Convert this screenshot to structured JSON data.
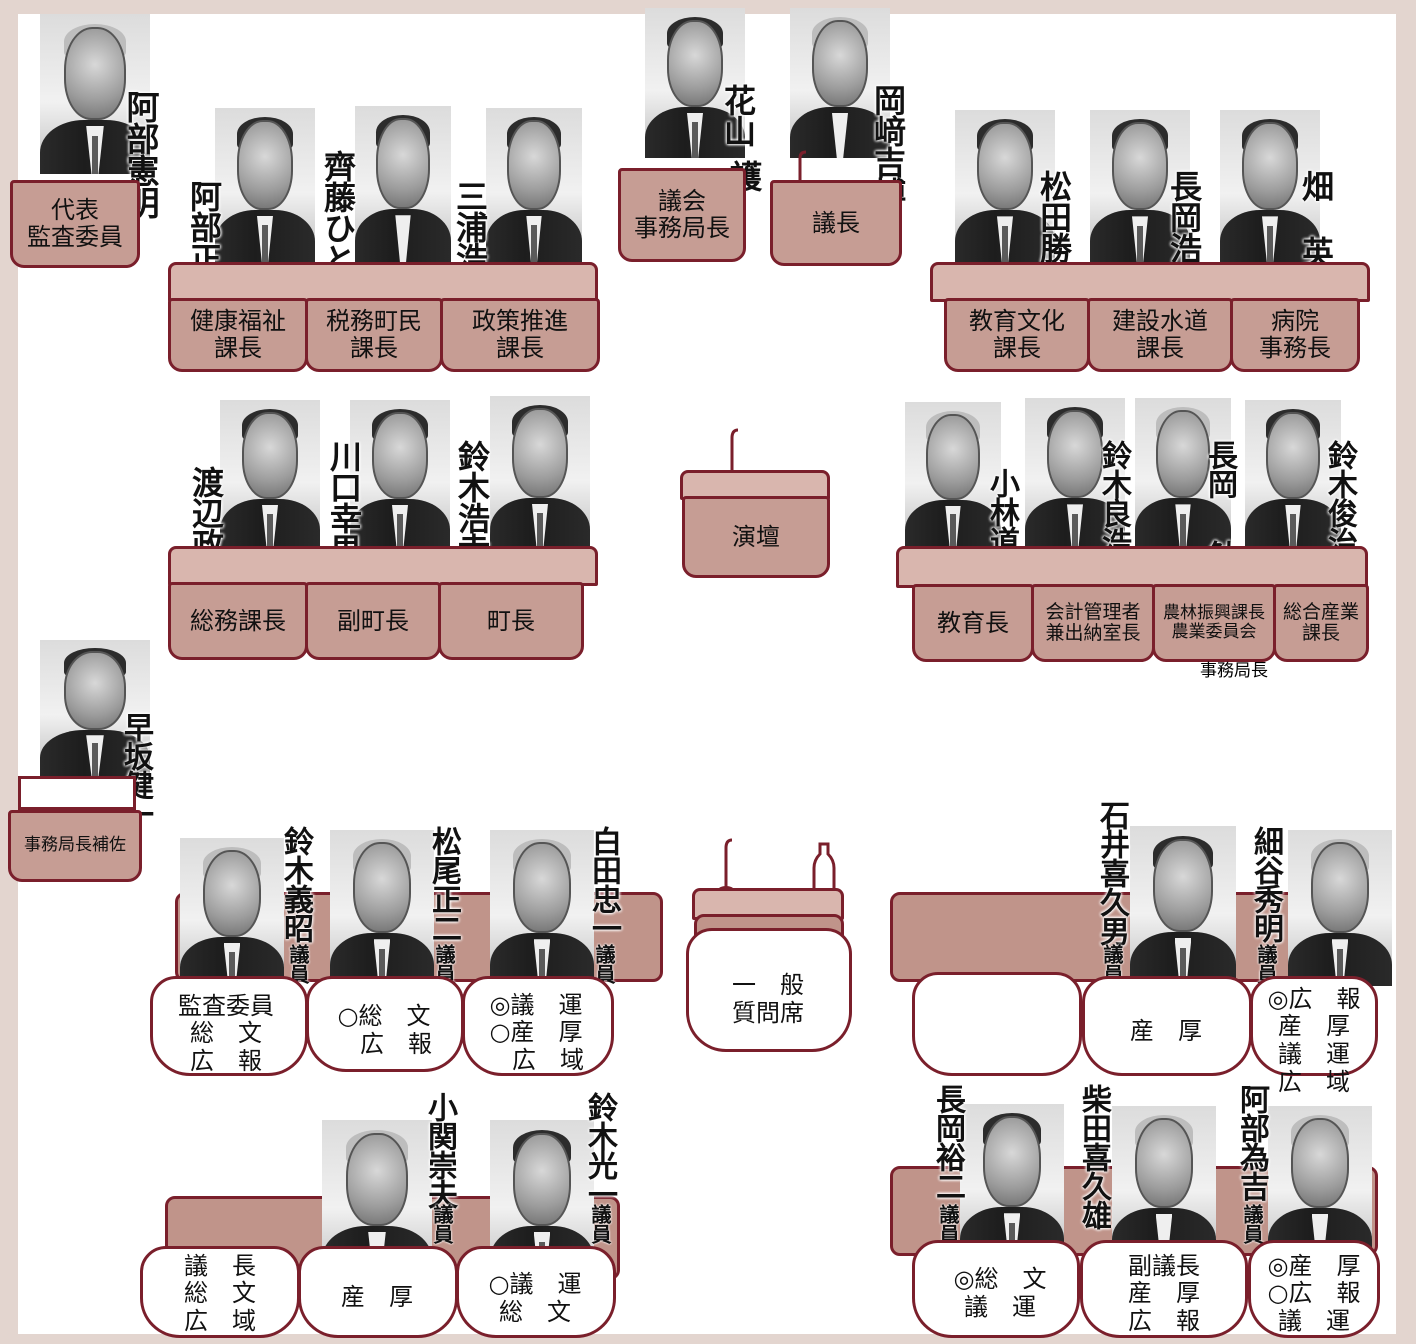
{
  "colors": {
    "desk": "#c0948a",
    "outline": "#7a1f2b",
    "background": "#e3d5cf"
  },
  "staff": {
    "abe_kenmei": {
      "name": "阿部憲明",
      "role_line1": "代表",
      "role_line2": "監査委員"
    },
    "abe_masafumi": {
      "name": "阿部正文",
      "role_line1": "健康福祉",
      "role_line2": "課長"
    },
    "saito_hitomi": {
      "name": "齊藤ひとみ",
      "role_line1": "税務町民",
      "role_line2": "課長"
    },
    "miura_koichi": {
      "name": "三浦浩一",
      "role_line1": "政策推進",
      "role_line2": "課長"
    },
    "hanayama": {
      "name_top": "花山",
      "name_bottom": "護",
      "role_line1": "議会",
      "role_line2": "事務局長"
    },
    "okazaki": {
      "name": "岡﨑吉博",
      "role": "議長"
    },
    "matsuda": {
      "name": "松田勝美",
      "role_line1": "教育文化",
      "role_line2": "課長"
    },
    "nagaoka_koji": {
      "name": "長岡浩利",
      "role_line1": "建設水道",
      "role_line2": "課長"
    },
    "hata": {
      "name_top": "畑",
      "name_bottom": "英俊",
      "role_line1": "病院",
      "role_line2": "事務長"
    },
    "watanabe": {
      "name": "渡辺政一",
      "role": "総務課長"
    },
    "kawaguchi": {
      "name": "川口幸男",
      "role": "副町長"
    },
    "suzuki_koko": {
      "name": "鈴木浩幸",
      "role": "町長"
    },
    "kobayashi": {
      "name": "小林道和",
      "role": "教育長"
    },
    "suzuki_yoshihiro": {
      "name": "鈴木良浩",
      "role_line1": "会計管理者",
      "role_line2": "兼出納室長"
    },
    "nagaoka_tsutomu": {
      "name_top": "長岡",
      "name_bottom": "勉",
      "role_line1": "農林振興課長",
      "role_line2": "農業委員会",
      "role_line3": "事務局長"
    },
    "suzuki_shunji": {
      "name": "鈴木俊治",
      "role_line1": "総合産業",
      "role_line2": "課長"
    },
    "hayasaka": {
      "name": "早坂健一",
      "role": "事務局長補佐"
    }
  },
  "podium": {
    "label": "演壇"
  },
  "question_seat": {
    "line1": "一　般",
    "line2": "質問席"
  },
  "giin_label": "議員",
  "members": {
    "suzuki_yoshiaki": {
      "name": "鈴木義昭",
      "line1": "監査委員",
      "line2": "総　文",
      "line3": "広　報"
    },
    "matsuo": {
      "name": "松尾正二",
      "line1": "○総　文",
      "line2": "　広　報"
    },
    "shirota": {
      "name": "白田忠一",
      "line1": "◎議　運",
      "line2": "○産　厚",
      "line3": "　広　域"
    },
    "ishii": {
      "name": "石井喜久男",
      "line1": "産　厚"
    },
    "hosoya": {
      "name": "細谷秀明",
      "line1": "◎広　報",
      "line2": "産　厚",
      "line3": "議　運",
      "line4": "広　域"
    },
    "empty1": {
      "line1": "議　長",
      "line2": "総　文",
      "line3": "広　域"
    },
    "empty2": {
      "line1": "産　厚"
    },
    "koseki": {
      "name": "小関崇夫"
    },
    "suzuki_koichi": {
      "name": "鈴木光一",
      "line1": "○議　運",
      "line2": "総　文"
    },
    "nagaoka_yuji": {
      "name": "長岡裕二",
      "line1": "◎総　文",
      "line2": "議　運"
    },
    "shibata": {
      "name": "柴田喜久雄",
      "line1": "副議長",
      "line2": "産　厚",
      "line3": "広　報"
    },
    "abe_tamekichi": {
      "name": "阿部為吉",
      "line1": "◎産　厚",
      "line2": "○広　報",
      "line3": "議　運"
    }
  }
}
